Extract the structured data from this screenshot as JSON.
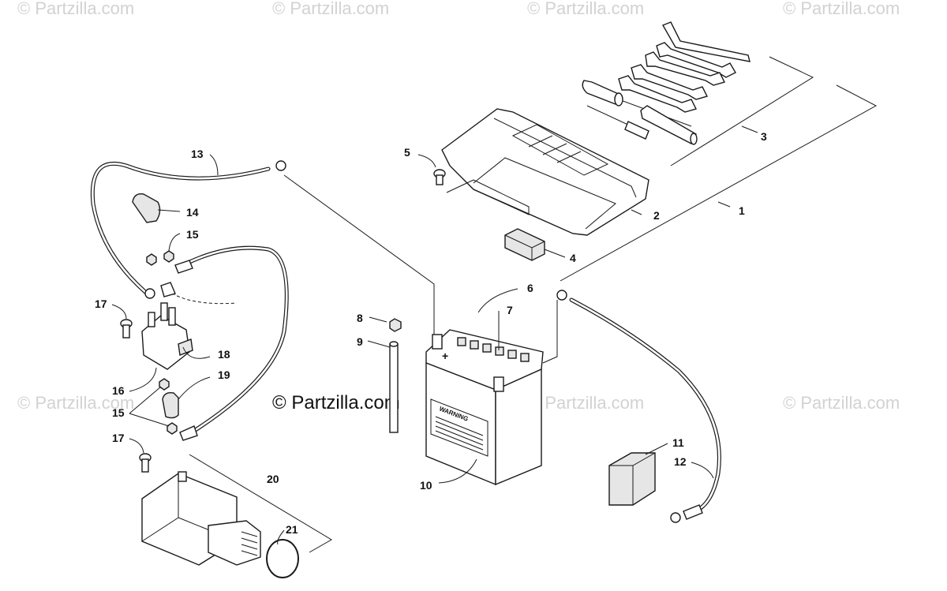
{
  "watermarks": {
    "text": "© Partzilla.com",
    "main": "© Partzilla.com"
  },
  "callouts": {
    "c1": "1",
    "c2": "2",
    "c3": "3",
    "c4": "4",
    "c5": "5",
    "c6": "6",
    "c7": "7",
    "c8": "8",
    "c9": "9",
    "c10": "10",
    "c11": "11",
    "c12": "12",
    "c13": "13",
    "c14": "14",
    "c15a": "15",
    "c15b": "15",
    "c16": "16",
    "c17a": "17",
    "c17b": "17",
    "c18": "18",
    "c19": "19",
    "c20": "20",
    "c21": "21"
  },
  "battery": {
    "label": "WARNING",
    "terminal_plus": "+"
  }
}
